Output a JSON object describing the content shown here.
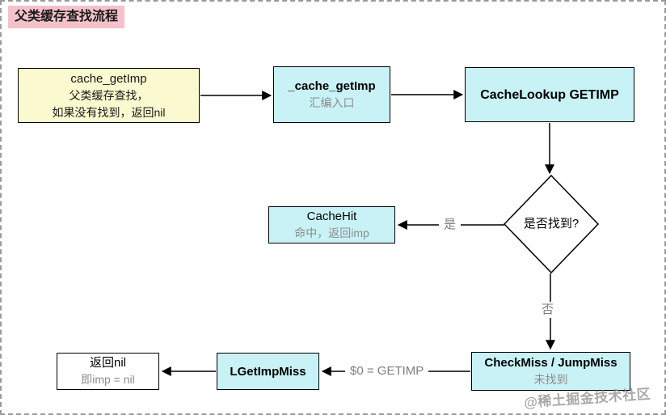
{
  "page": {
    "title": "父类缓存查找流程"
  },
  "colors": {
    "title_bg": "#f5c2cb",
    "node_yellow": "#faf9cf",
    "node_cyan": "#c9f2f6",
    "node_white": "#ffffff",
    "node_border": "#000000",
    "muted_text": "#8c8c8c",
    "page_border_dashed": "#9a9a9a"
  },
  "nodes": {
    "start": {
      "line1": "cache_getImp",
      "line2": "父类缓存查找，",
      "line3": "如果没有找到，返回nil"
    },
    "asm_entry": {
      "line1": "_cache_getImp",
      "line2": "汇编入口"
    },
    "cache_lookup": {
      "line1": "CacheLookup GETIMP"
    },
    "decision": {
      "label": "是否找到?"
    },
    "cache_hit": {
      "line1": "CacheHit",
      "line2": "命中，返回imp"
    },
    "check_miss": {
      "line1": "CheckMiss / JumpMiss",
      "line2": "未找到"
    },
    "lgetimpmiss": {
      "line1": "LGetImpMiss"
    },
    "return_nil": {
      "line1": "返回nil",
      "line2": "即imp = nil"
    }
  },
  "edge_labels": {
    "yes": "是",
    "no": "否",
    "miss": "$0 = GETIMP"
  },
  "watermark": "@稀土掘金技术社区"
}
